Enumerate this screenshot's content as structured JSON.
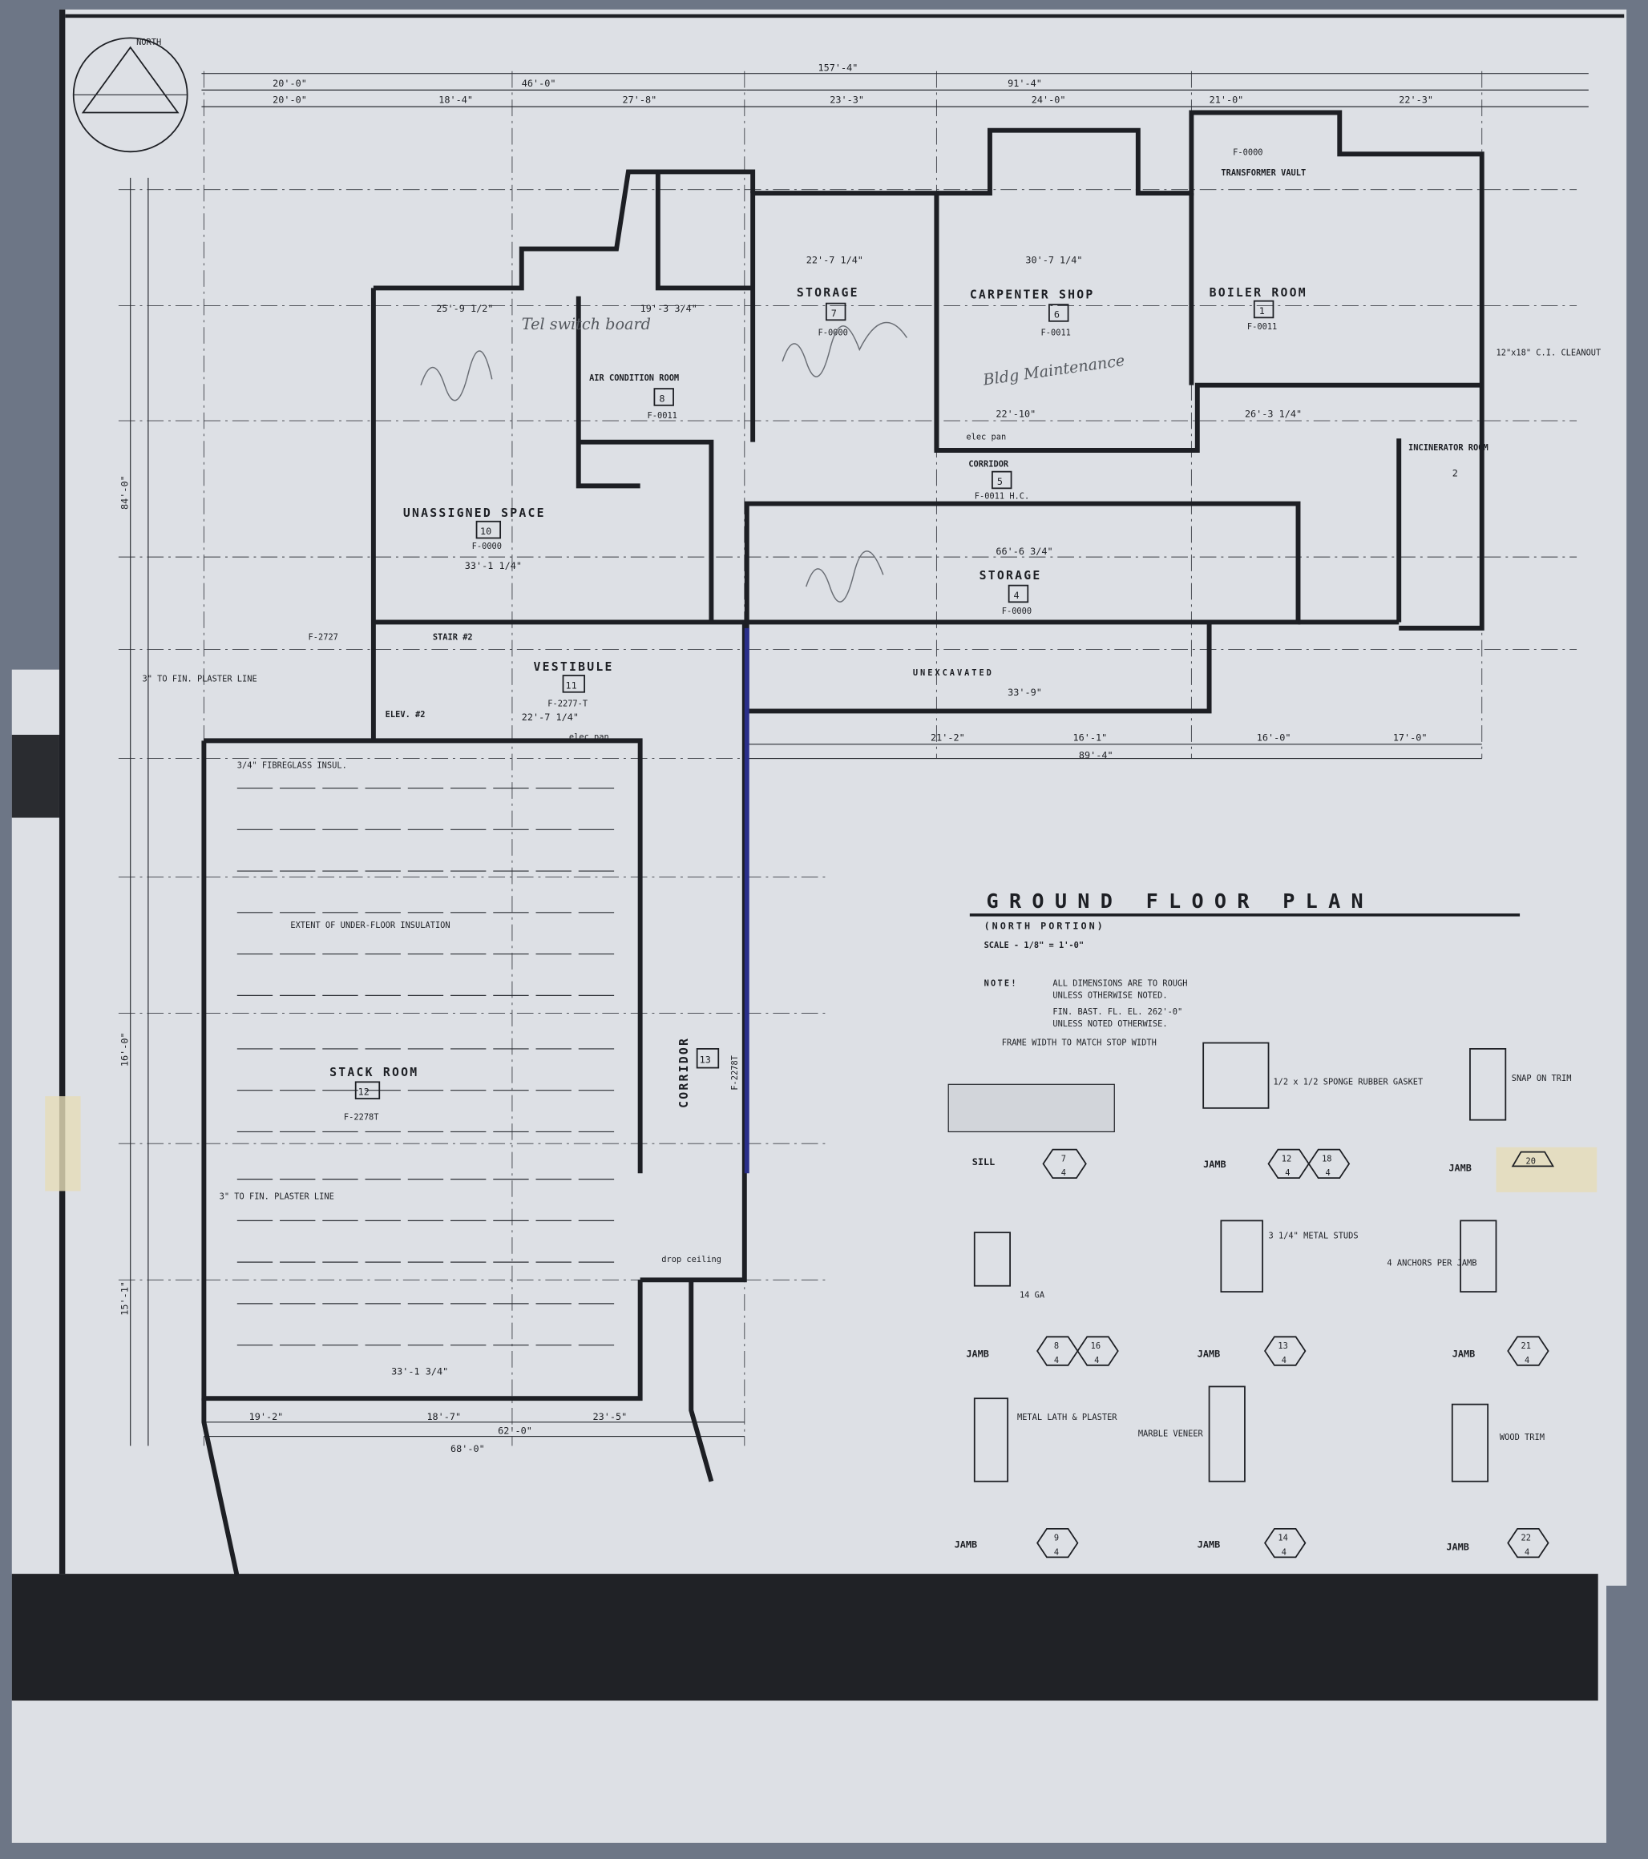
{
  "title": "GROUND FLOOR PLAN",
  "subtitle": "(NORTH PORTION)",
  "scale": "SCALE - 1/8\" = 1'-0\"",
  "notes": {
    "label": "NOTE!",
    "line1": "ALL DIMENSIONS ARE TO ROUGH",
    "line2": "UNLESS OTHERWISE NOTED.",
    "line3": "FIN. BAST. FL. EL. 262'-0\"",
    "line4": "UNLESS NOTED OTHERWISE."
  },
  "north_label": "NORTH",
  "rooms": [
    {
      "name": "STORAGE",
      "number": "7",
      "code": "F-0000"
    },
    {
      "name": "CARPENTER SHOP",
      "number": "6",
      "code": "F-0011"
    },
    {
      "name": "BOILER ROOM",
      "number": "1",
      "code": "F-0011"
    },
    {
      "name": "AIR CONDITION ROOM",
      "number": "8",
      "code": "F-0011"
    },
    {
      "name": "UNASSIGNED SPACE",
      "number": "10",
      "code": "F-0000"
    },
    {
      "name": "CORRIDOR",
      "number": "5",
      "code": "F-0011 H.C."
    },
    {
      "name": "STORAGE",
      "number": "4",
      "code": "F-0000"
    },
    {
      "name": "VESTIBULE",
      "number": "11",
      "code": "F-2277-T"
    },
    {
      "name": "STACK ROOM",
      "number": "12",
      "code": "F-2278T"
    },
    {
      "name": "CORRIDOR",
      "number": "13",
      "code": "F-2278T"
    },
    {
      "name": "INCINERATOR ROOM",
      "number": "2",
      "code": ""
    },
    {
      "name": "STAIR #2",
      "number": "",
      "code": "F-2727"
    },
    {
      "name": "ELEV. #2",
      "number": "",
      "code": ""
    },
    {
      "name": "UNEXCAVATED",
      "number": "",
      "code": "33'-9\""
    },
    {
      "name": "TRANSFORMER VAULT",
      "number": "",
      "code": "F-0000"
    }
  ],
  "dimensions": {
    "overall_top": "157'-4\"",
    "top_a": "20'-0\"",
    "top_b": "46'-0\"",
    "top_c": "18'-4\"",
    "top_d": "27'-8\"",
    "top_e": "91'-4\"",
    "top_f": "23'-3\"",
    "top_g": "24'-0\"",
    "top_h": "21'-0\"",
    "top_i": "22'-3\"",
    "storage7_w": "22'-7 1/4\"",
    "carpenter_w": "30'-7 1/4\"",
    "corr_a": "22'-10\"",
    "corr_b": "26'-3 1/4\"",
    "unassigned_w": "25'-9 1/2\"",
    "ac_w": "19'-3 3/4\"",
    "storage4_w": "66'-6 3/4\"",
    "unassigned_len": "33'-1 1/4\"",
    "vest_w": "22'-7 1/4\"",
    "south_a": "21'-2\"",
    "south_b": "16'-1\"",
    "south_c": "16'-0\"",
    "south_d": "17'-0\"",
    "south_total": "89'-4\"",
    "stack_a": "19'-2\"",
    "stack_b": "18'-7\"",
    "stack_c": "23'-5\"",
    "stack_total": "62'-0\"",
    "stack_overall": "68'-0\"",
    "stack_len": "33'-1 3/4\"",
    "left_a": "84'-0\"",
    "left_b": "16'-0\"",
    "left_c": "15'-1\""
  },
  "annotations": {
    "fibreglass": "3/4\" FIBREGLASS INSUL.",
    "plaster_line": "3\" TO FIN. PLASTER LINE",
    "elec_pan": "elec pan",
    "drop_ceiling": "drop ceiling",
    "insulation": "EXTENT OF UNDER-FLOOR INSULATION",
    "cleanout": "12\"x18\" C.I. CLEANOUT",
    "hand_bldg": "Bldg Maintenance",
    "hand_tel": "Tel switch board"
  },
  "details": [
    {
      "label": "SILL",
      "top": "7",
      "bottom": "4",
      "note": "FRAME WIDTH TO MATCH STOP WIDTH"
    },
    {
      "label": "JAMB",
      "top": "12",
      "bottom": "4",
      "top2": "18",
      "bottom2": "4",
      "note": "1/2 x 1/2 SPONGE RUBBER GASKET"
    },
    {
      "label": "JAMB",
      "top": "20",
      "bottom": "",
      "note": "SNAP ON TRIM"
    },
    {
      "label": "JAMB",
      "top": "8",
      "bottom": "4",
      "top2": "16",
      "bottom2": "4",
      "note": "14 GA"
    },
    {
      "label": "JAMB",
      "top": "13",
      "bottom": "4",
      "note": "3 1/4\" METAL STUDS"
    },
    {
      "label": "JAMB",
      "top": "21",
      "bottom": "4",
      "note": "4 ANCHORS PER JAMB"
    },
    {
      "label": "JAMB",
      "top": "9",
      "bottom": "4",
      "note": "METAL LATH & PLASTER"
    },
    {
      "label": "JAMB",
      "top": "14",
      "bottom": "4",
      "note": "MARBLE VENEER"
    },
    {
      "label": "JAMB",
      "top": "22",
      "bottom": "4",
      "note": "WOOD TRIM"
    }
  ],
  "colors": {
    "paper": "#dde0e5",
    "ink": "#1d1f24",
    "backdrop": "#6d7686",
    "band": "#202226",
    "tape": "#e6dcb8",
    "corridor_marker": "#2a2f8a"
  }
}
